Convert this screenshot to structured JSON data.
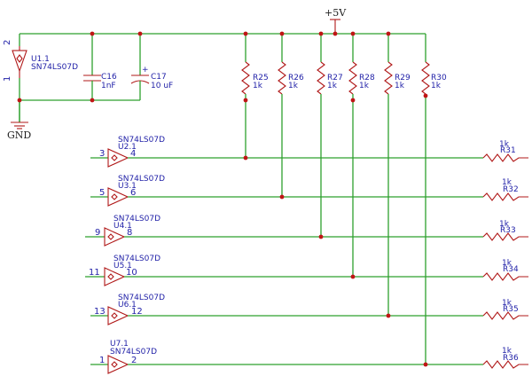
{
  "power": {
    "vcc_label": "+5V",
    "gnd_label": "GND"
  },
  "u1": {
    "ref": "U1.1",
    "part": "SN74LS07D",
    "pin_top": "2",
    "pin_bottom": "1"
  },
  "caps": [
    {
      "ref": "C16",
      "value": "1nF"
    },
    {
      "ref": "C17",
      "value": "10 uF",
      "polarity": "+"
    }
  ],
  "pullups": [
    {
      "ref": "R25",
      "value": "1k"
    },
    {
      "ref": "R26",
      "value": "1k"
    },
    {
      "ref": "R27",
      "value": "1k"
    },
    {
      "ref": "R28",
      "value": "1k"
    },
    {
      "ref": "R29",
      "value": "1k"
    },
    {
      "ref": "R30",
      "value": "1k"
    }
  ],
  "buffers": [
    {
      "ref": "U2.1",
      "part": "SN74LS07D",
      "in_pin": "3",
      "out_pin": "4"
    },
    {
      "ref": "U3.1",
      "part": "SN74LS07D",
      "in_pin": "5",
      "out_pin": "6"
    },
    {
      "ref": "U4.1",
      "part": "SN74LS07D",
      "in_pin": "9",
      "out_pin": "8"
    },
    {
      "ref": "U5.1",
      "part": "SN74LS07D",
      "in_pin": "11",
      "out_pin": "10"
    },
    {
      "ref": "U6.1",
      "part": "SN74LS07D",
      "in_pin": "13",
      "out_pin": "12"
    },
    {
      "ref": "U7.1",
      "part": "SN74LS07D",
      "in_pin": "1",
      "out_pin": "2"
    }
  ],
  "series": [
    {
      "ref": "R31",
      "value": "1k"
    },
    {
      "ref": "R32",
      "value": "1k"
    },
    {
      "ref": "R33",
      "value": "1k"
    },
    {
      "ref": "R34",
      "value": "1k"
    },
    {
      "ref": "R35",
      "value": "1k"
    },
    {
      "ref": "R36",
      "value": "1k"
    }
  ]
}
